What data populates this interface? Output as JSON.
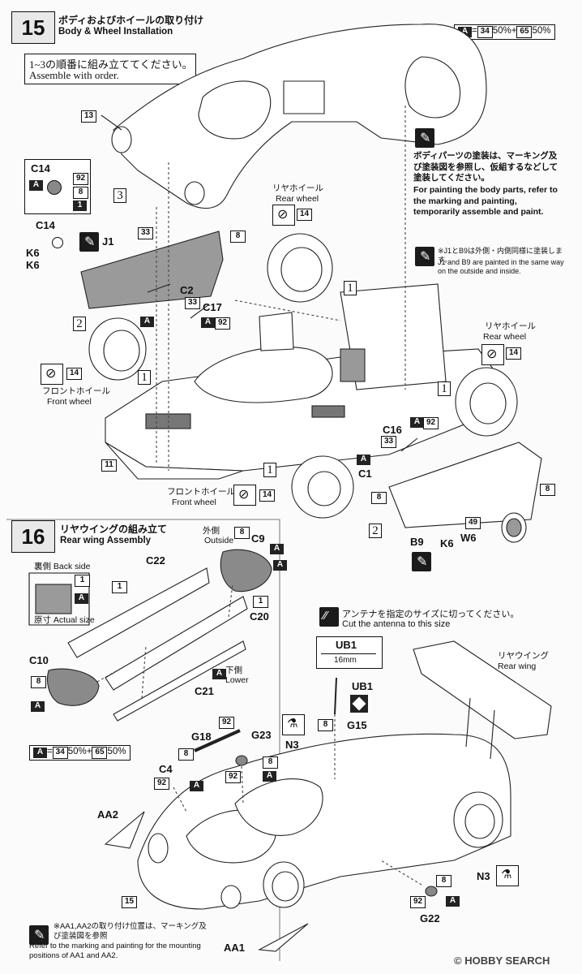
{
  "step15": {
    "number": "15",
    "title_jp": "ボディおよびホイールの取り付け",
    "title_en": "Body & Wheel Installation",
    "color_mix": {
      "a": "A",
      "eq": "=",
      "c1": "34",
      "p1": "50%",
      "plus": "+",
      "c2": "65",
      "p2": "50%"
    },
    "order_note_jp": "1~3の順番に組み立ててください。",
    "order_note_en": "Assemble with order.",
    "paint_note_jp": "ボディパーツの塗装は、マーキング及び塗装図を参照し、仮組するなどして塗装してください。",
    "paint_note_en": "For painting the body parts, refer to the marking and painting, temporarily assemble and paint.",
    "j1_note_jp": "※J1とB9は外側・内側同様に塗装します。",
    "j1_note_en": "J1 and B9 are painted in the same way on the outside and inside.",
    "rear_wheel_jp": "リヤホイール",
    "rear_wheel_en": "Rear wheel",
    "front_wheel_jp": "フロントホイール",
    "front_wheel_en": "Front wheel",
    "qty14": "14",
    "parts": {
      "p13": "13",
      "c14": "C14",
      "n92": "92",
      "n8": "8",
      "n1": "1",
      "a": "A",
      "k6": "K6",
      "j1": "J1",
      "n33": "33",
      "c2": "C2",
      "c17": "C17",
      "n11": "11",
      "c16": "C16",
      "c1": "C1",
      "b9": "B9",
      "k6b": "K6",
      "w6": "W6",
      "n49": "49"
    },
    "order_nums": [
      "1",
      "2",
      "3"
    ]
  },
  "step16": {
    "number": "16",
    "title_jp": "リヤウイングの組み立て",
    "title_en": "Rear wing Assembly",
    "outside_jp": "外側",
    "outside_en": "Outside",
    "lower_jp": "下側",
    "lower_en": "Lower",
    "back_side_jp": "裏側",
    "back_side_en": "Back side",
    "actual_size_jp": "原寸",
    "actual_size_en": "Actual size",
    "parts": {
      "c9": "C9",
      "c22": "C22",
      "c20": "C20",
      "c21": "C21",
      "c10": "C10"
    },
    "color_mix": {
      "a": "A",
      "eq": "=",
      "c1": "34",
      "p1": "50%",
      "plus": "+",
      "c2": "65",
      "p2": "50%"
    }
  },
  "assembly": {
    "antenna_jp": "アンテナを指定のサイズに切ってください。",
    "antenna_en": "Cut the antenna to this size",
    "ub1": "UB1",
    "antenna_len": "16mm",
    "rear_wing_jp": "リヤウイング",
    "rear_wing_en": "Rear wing",
    "parts": {
      "g15": "G15",
      "g18": "G18",
      "g23": "G23",
      "n3": "N3",
      "c4": "C4",
      "aa1": "AA1",
      "aa2": "AA2",
      "p15": "15",
      "g22": "G22",
      "n92": "92",
      "n8": "8",
      "a": "A"
    },
    "aa_note_jp": "※AA1,AA2の取り付け位置は、マーキング及び塗装図を参照",
    "aa_note_en": "Refer to the marking and painting for the mounting positions of AA1 and AA2."
  },
  "watermark": {
    "copyright": "©",
    "site": "HOBBY SEARCH"
  }
}
